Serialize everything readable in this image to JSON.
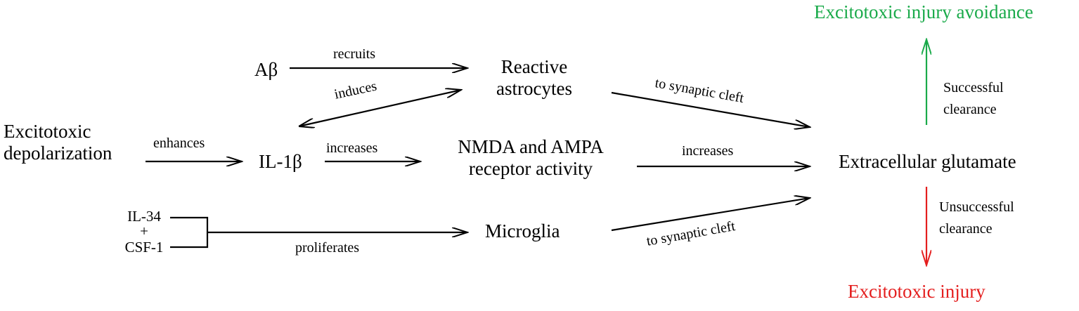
{
  "nodes": {
    "excitotoxic_depolarization": [
      "Excitotoxic",
      "depolarization"
    ],
    "abeta": "Aβ",
    "il1b": "IL-1β",
    "reactive_astrocytes": [
      "Reactive",
      "astrocytes"
    ],
    "nmda_ampa": [
      "NMDA and AMPA",
      "receptor activity"
    ],
    "microglia": "Microglia",
    "il34": "IL-34",
    "plus": "+",
    "csf1": "CSF-1",
    "extracellular_glutamate": "Extracellular glutamate",
    "avoidance": "Excitotoxic injury avoidance",
    "injury": "Excitotoxic injury"
  },
  "edges": {
    "recruits": "recruits",
    "induces": "induces",
    "enhances": "enhances",
    "increases_1": "increases",
    "increases_2": "increases",
    "to_synaptic_cleft_top": "to synaptic cleft",
    "to_synaptic_cleft_bottom": "to synaptic cleft",
    "proliferates": "proliferates",
    "successful_clearance": [
      "Successful",
      "clearance"
    ],
    "unsuccessful_clearance": [
      "Unsuccessful",
      "clearance"
    ]
  },
  "colors": {
    "success": "#1aaa4a",
    "failure": "#e41e1e",
    "default": "#000000"
  }
}
